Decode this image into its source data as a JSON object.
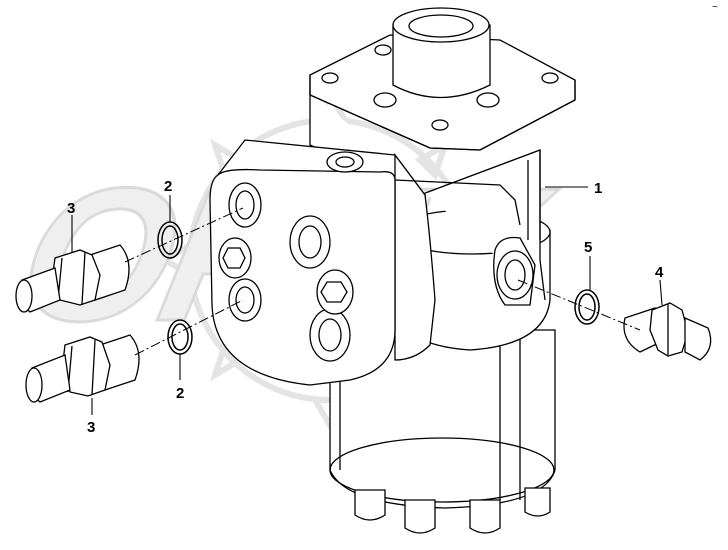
{
  "diagram": {
    "watermark": "OPEX",
    "corner_mark": "~",
    "callouts": {
      "c1": "1",
      "c2a": "2",
      "c2b": "2",
      "c3a": "3",
      "c3b": "3",
      "c4": "4",
      "c5": "5"
    },
    "colors": {
      "line": "#000000",
      "watermark": "#d0d0d0",
      "background": "#ffffff"
    }
  }
}
